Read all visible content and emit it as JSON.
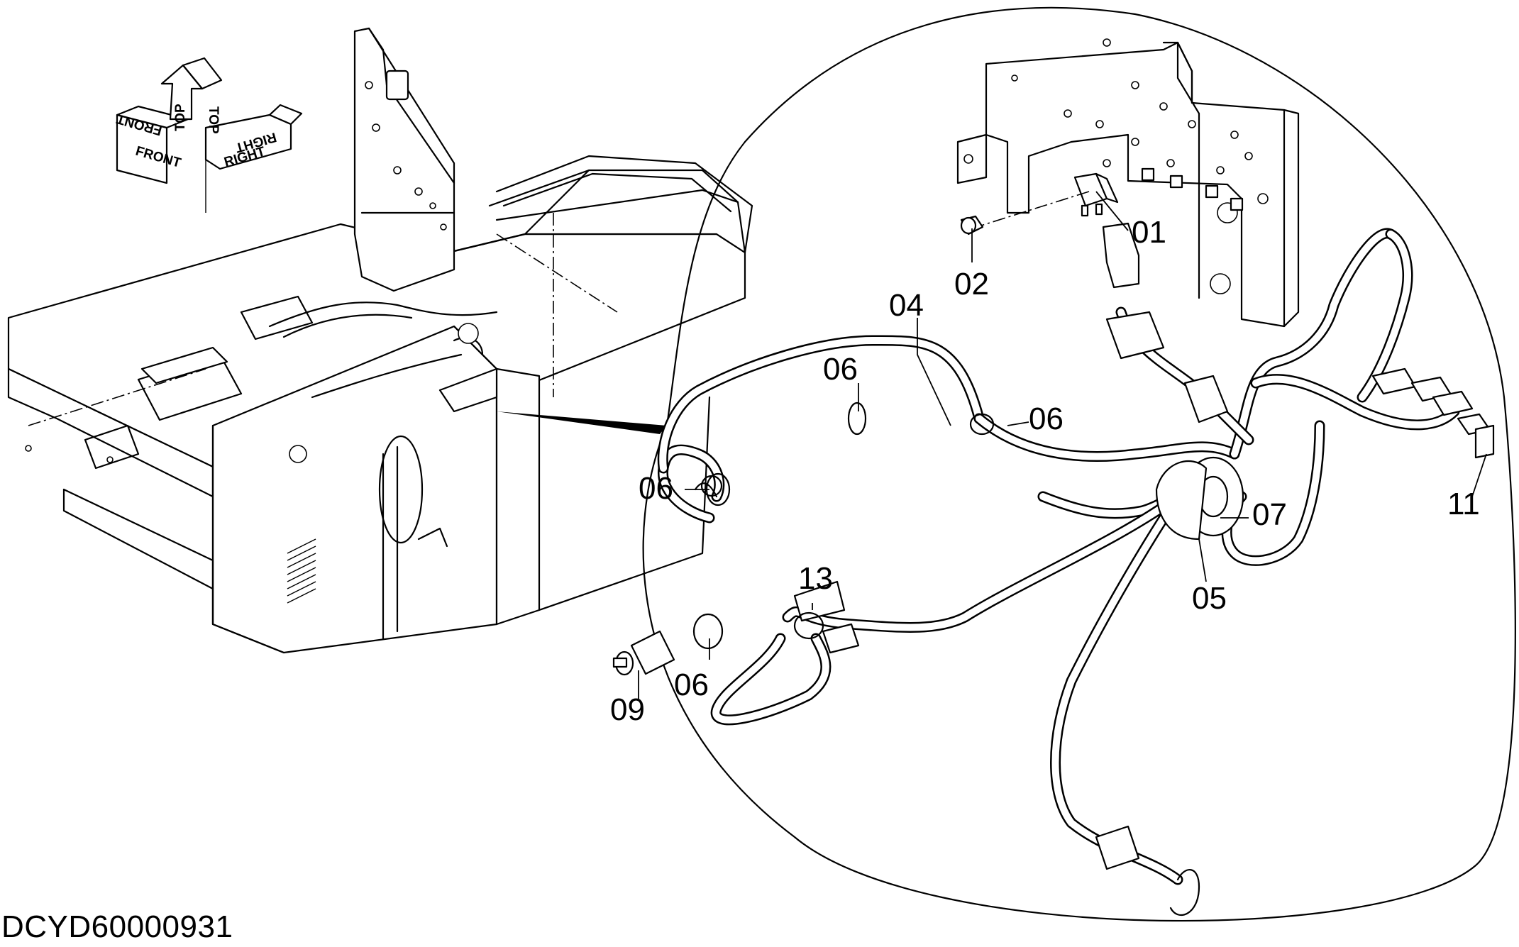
{
  "reference_code": "DCYD60000931",
  "orientation_arrows": {
    "front": "FRONT",
    "top": "TOP",
    "right": "RIGHT"
  },
  "callouts": [
    {
      "id": "c01",
      "label": "01"
    },
    {
      "id": "c02",
      "label": "02"
    },
    {
      "id": "c04",
      "label": "04"
    },
    {
      "id": "c05",
      "label": "05"
    },
    {
      "id": "c06a",
      "label": "06"
    },
    {
      "id": "c06b",
      "label": "06"
    },
    {
      "id": "c06c",
      "label": "06"
    },
    {
      "id": "c06d",
      "label": "06"
    },
    {
      "id": "c07",
      "label": "07"
    },
    {
      "id": "c09",
      "label": "09"
    },
    {
      "id": "c11",
      "label": "11"
    },
    {
      "id": "c13",
      "label": "13"
    }
  ]
}
